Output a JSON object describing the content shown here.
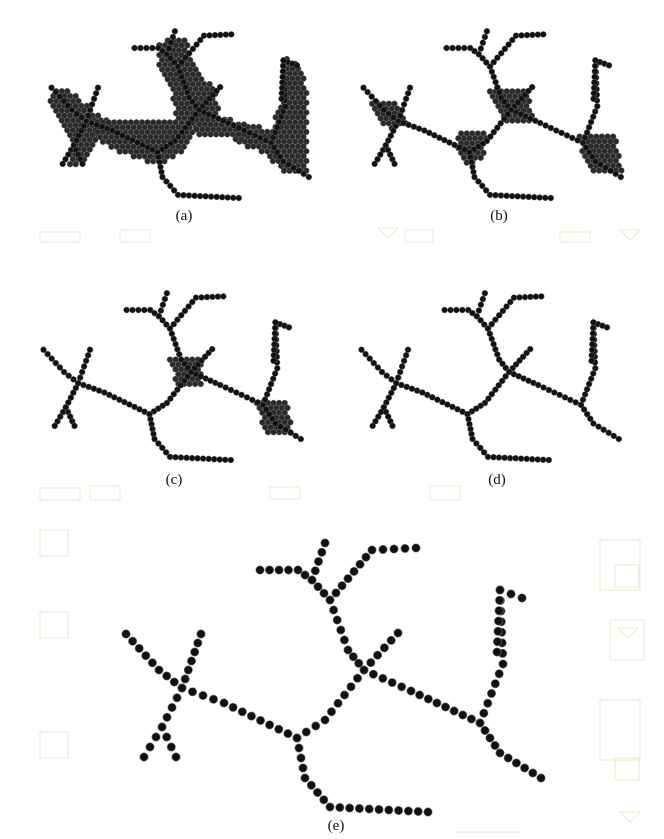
{
  "colors": {
    "dot_fill": "#111111",
    "dot_stroke": "#7a7a7a",
    "mass_dot_fill": "#2a2a2a",
    "background": "#ffffff",
    "ghost": "#efe7c9"
  },
  "panels": [
    {
      "id": "a",
      "label": "(a)"
    },
    {
      "id": "b",
      "label": "(b)"
    },
    {
      "id": "c",
      "label": "(c)"
    },
    {
      "id": "d",
      "label": "(d)"
    },
    {
      "id": "e",
      "label": "(e)"
    }
  ]
}
